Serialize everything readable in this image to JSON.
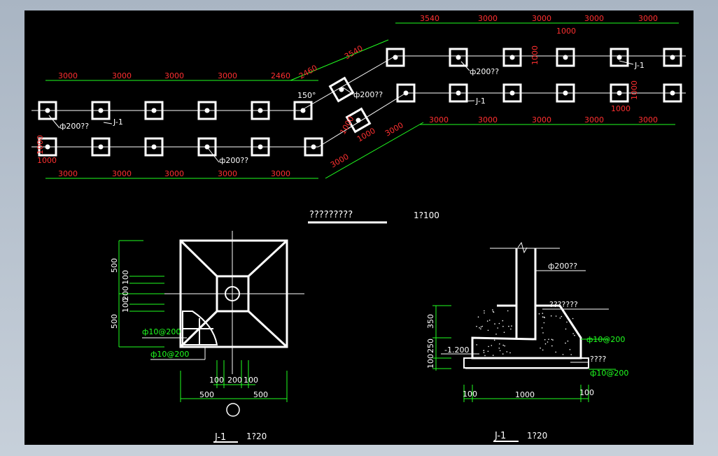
{
  "colors": {
    "background": "#000000",
    "frame": "#b9c3cf",
    "object": "#ffffff",
    "dimension": "#ff3030",
    "leader": "#ffffff",
    "extension": "#20ff20",
    "cyan": "#00ffff"
  },
  "plan": {
    "top_left_dims": [
      "3000",
      "3000",
      "3000",
      "3000",
      "2460"
    ],
    "bottom_left_dims": [
      "3000",
      "3000",
      "3000",
      "3000",
      "3000"
    ],
    "diag_top_dims": [
      "2460",
      "3540"
    ],
    "diag_bottom_dims": [
      "3000",
      "3000"
    ],
    "top_right_dims": [
      "3540",
      "3000",
      "3000",
      "3000",
      "3000"
    ],
    "bottom_right_dims": [
      "3000",
      "3000",
      "3000",
      "3000",
      "3000"
    ],
    "small_dims": {
      "left_vert": "1000",
      "left_horiz": "1000",
      "diag_a": "1000",
      "diag_b": "1000",
      "right_top_horiz": "1000",
      "right_top_vert": "1000",
      "right_mid_vert": "1000",
      "right_bottom_horiz": "1000"
    },
    "angle": "150°",
    "labels": {
      "pile_a": "ф200??",
      "pile_b": "ф200??",
      "pile_c": "ф200??",
      "pile_d": "ф200??",
      "j1_a": "J-1",
      "j1_b": "J-1",
      "j1_c": "J-1"
    },
    "title": "?????????",
    "scale": "1?100"
  },
  "detail_plan": {
    "dims_left": [
      "500",
      "500",
      "100",
      "200",
      "100"
    ],
    "dims_bottom": [
      "100",
      "200",
      "100",
      "500",
      "500"
    ],
    "labels": {
      "rebar_a": "ф10@200",
      "rebar_b": "ф10@200"
    },
    "title": "J-1",
    "scale": "1?20"
  },
  "detail_section": {
    "dims_left": [
      "350",
      "250",
      "100"
    ],
    "dims_bottom": [
      "100",
      "1000",
      "100"
    ],
    "labels": {
      "pile": "ф200??",
      "concrete": "???????",
      "elev": "-1.200",
      "rebar_a": "ф10@200",
      "cushion": "????",
      "rebar_b": "ф10@200"
    },
    "title": "J-1",
    "scale": "1?20"
  }
}
